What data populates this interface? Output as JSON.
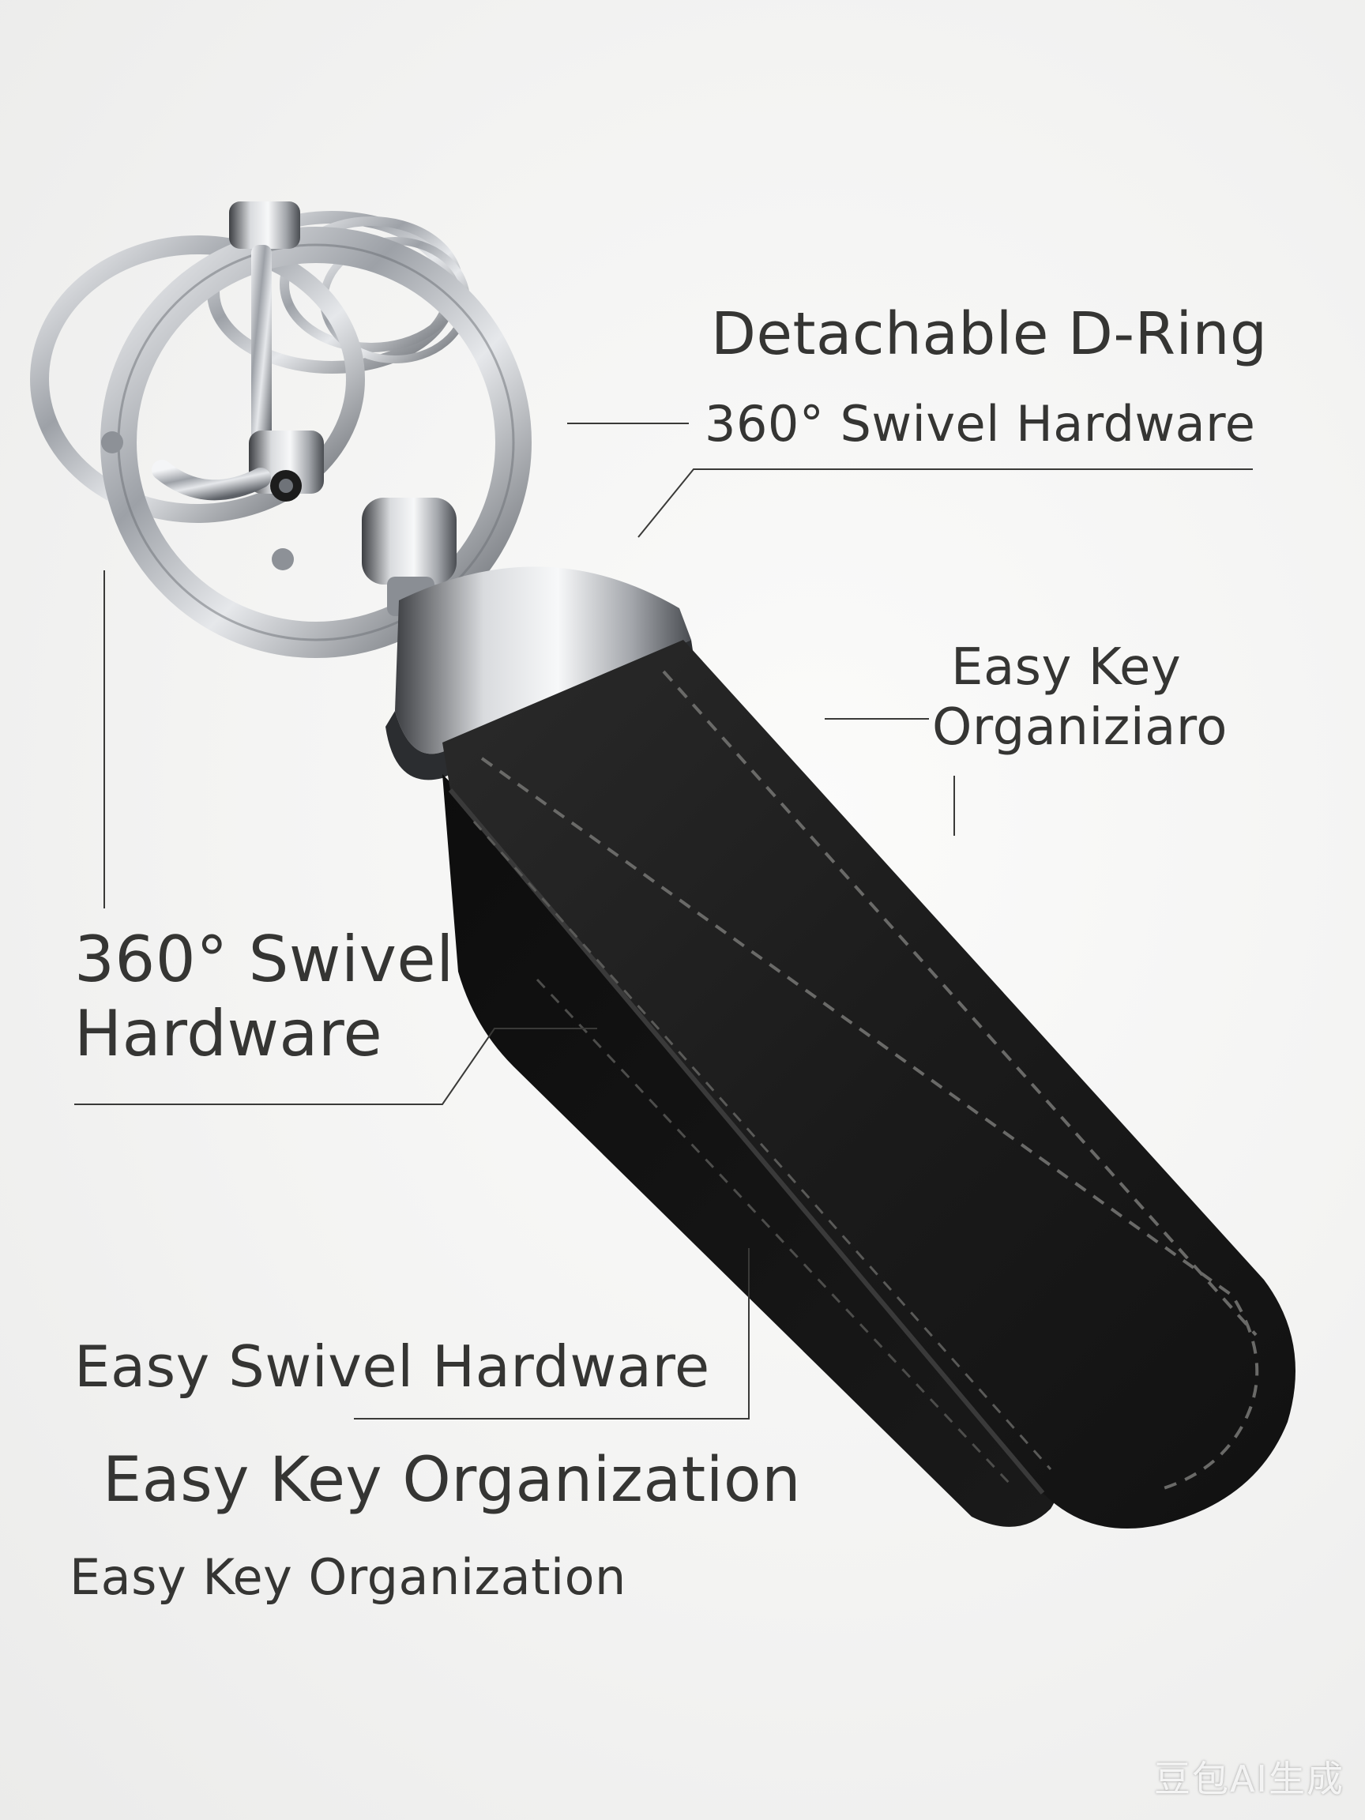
{
  "labels": {
    "detachable_d_ring": "Detachable D-Ring",
    "swivel_top": "360° Swivel Hardware",
    "easy_key_right_line1": "Easy Key",
    "easy_key_right_line2": "Organiziaro",
    "swivel_left_line1": "360° Swivel",
    "swivel_left_line2": "Hardware",
    "easy_swivel": "Easy Swivel Hardware",
    "easy_key_large": "Easy Key Organization",
    "easy_key_small": "Easy Key Organization"
  },
  "watermark": "豆包AI生成",
  "colors": {
    "background": "#f4f4f3",
    "leather": "#1c1c1c",
    "stitching": "#5a5a58",
    "metal": "#c9ccd0",
    "text": "#353533"
  }
}
